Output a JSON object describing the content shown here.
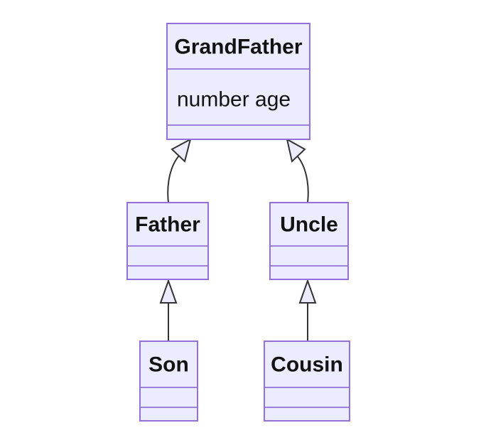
{
  "diagram": {
    "type": "class-diagram",
    "colors": {
      "background": "#FFFFFF",
      "node_fill": "#ECECFF",
      "node_border": "#9370DB",
      "edge_color": "#333333",
      "arrowhead_fill": "#ECECFF",
      "text_color": "#131313"
    },
    "classes": [
      {
        "name": "GrandFather",
        "attributes": [
          "number age"
        ],
        "methods": []
      },
      {
        "name": "Father",
        "attributes": [],
        "methods": []
      },
      {
        "name": "Uncle",
        "attributes": [],
        "methods": []
      },
      {
        "name": "Son",
        "attributes": [],
        "methods": []
      },
      {
        "name": "Cousin",
        "attributes": [],
        "methods": []
      }
    ],
    "relations": [
      {
        "from": "Father",
        "to": "GrandFather",
        "type": "inheritance",
        "arrow": "hollow-triangle"
      },
      {
        "from": "Uncle",
        "to": "GrandFather",
        "type": "inheritance",
        "arrow": "hollow-triangle"
      },
      {
        "from": "Son",
        "to": "Father",
        "type": "inheritance",
        "arrow": "hollow-triangle"
      },
      {
        "from": "Cousin",
        "to": "Uncle",
        "type": "inheritance",
        "arrow": "hollow-triangle"
      }
    ]
  }
}
